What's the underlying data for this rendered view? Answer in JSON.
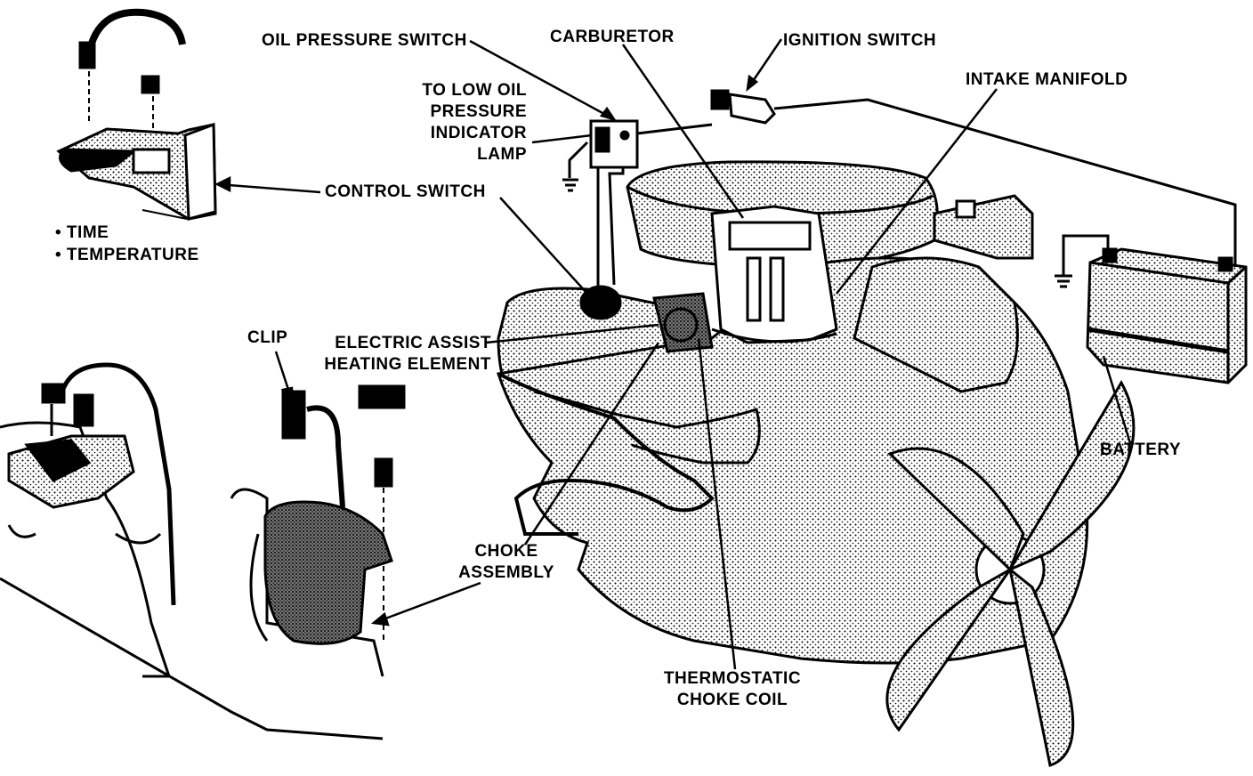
{
  "labels": {
    "oil_pressure_switch": "OIL PRESSURE SWITCH",
    "carburetor": "CARBURETOR",
    "ignition_switch": "IGNITION SWITCH",
    "intake_manifold": "INTAKE MANIFOLD",
    "to_low_oil": [
      "TO LOW OIL",
      "PRESSURE",
      "INDICATOR",
      "LAMP"
    ],
    "control_switch": "CONTROL SWITCH",
    "time": "• TIME",
    "temperature": "• TEMPERATURE",
    "clip": "CLIP",
    "electric_assist": [
      "ELECTRIC ASSIST",
      "HEATING ELEMENT"
    ],
    "battery": "BATTERY",
    "choke_assembly": [
      "CHOKE",
      "ASSEMBLY"
    ],
    "thermostatic_choke_coil": [
      "THERMOSTATIC",
      "CHOKE COIL"
    ]
  },
  "colors": {
    "ink": "#000000",
    "shade": "#c8c8c8",
    "dark_shade": "#555555",
    "paper": "#ffffff"
  }
}
